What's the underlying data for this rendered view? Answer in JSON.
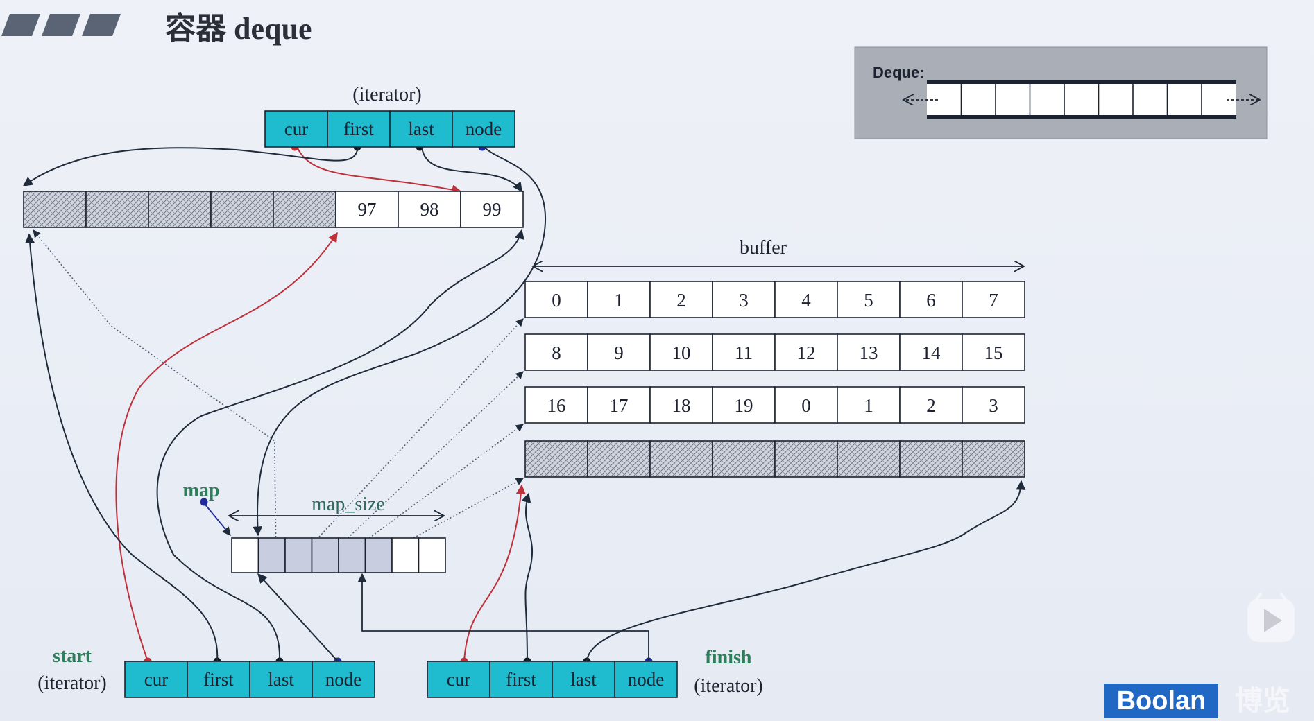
{
  "title": "容器 deque",
  "iterator_label": "(iterator)",
  "iterator_fields": [
    "cur",
    "first",
    "last",
    "node"
  ],
  "top_buffer": {
    "values": [
      "97",
      "98",
      "99"
    ]
  },
  "buffer_label": "buffer",
  "buffers": [
    [
      "0",
      "1",
      "2",
      "3",
      "4",
      "5",
      "6",
      "7"
    ],
    [
      "8",
      "9",
      "10",
      "11",
      "12",
      "13",
      "14",
      "15"
    ],
    [
      "16",
      "17",
      "18",
      "19",
      "0",
      "1",
      "2",
      "3"
    ]
  ],
  "map_label": "map",
  "map_size_label": "map_size",
  "start_label": "start",
  "finish_label": "finish",
  "deque_inset": {
    "label": "Deque:"
  },
  "logo": {
    "brand": "Boolan",
    "suffix": "博览"
  },
  "colors": {
    "iterator_fill": "#1fbcd0",
    "hatch": "#9aa3b3",
    "label_green": "#2e7d5b",
    "arrow_red": "#c0303a",
    "arrow_dark": "#1f2a3a",
    "map_fill": "#c9cde0",
    "logo_blue": "#2168c4"
  }
}
